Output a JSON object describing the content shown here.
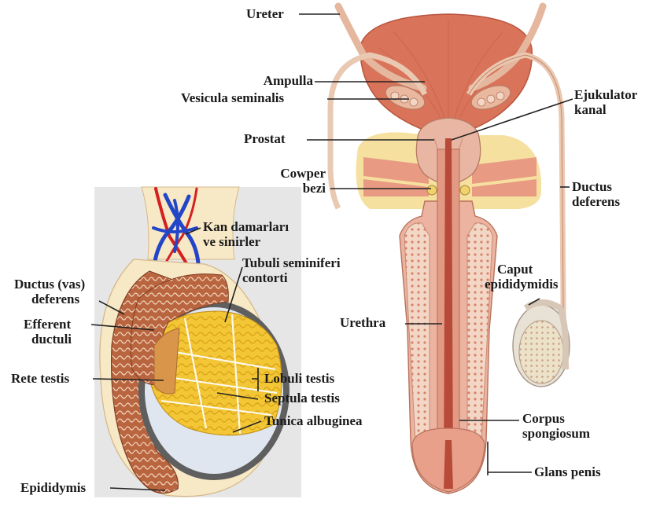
{
  "labels": {
    "ureter": "Ureter",
    "ampulla": "Ampulla",
    "vesicula_seminalis": "Vesicula seminalis",
    "prostat": "Prostat",
    "cowper_1": "Cowper",
    "cowper_2": "bezi",
    "ejukulator_1": "Ejukulator",
    "ejukulator_2": "kanal",
    "ductus_deferens_right_1": "Ductus",
    "ductus_deferens_right_2": "deferens",
    "kan_damarlari_1": "Kan damarları",
    "kan_damarlari_2": "ve sinirler",
    "tubuli_1": "Tubuli seminiferi",
    "tubuli_2": "contorti",
    "ductus_vas_1": "Ductus (vas)",
    "ductus_vas_2": "deferens",
    "efferent_1": "Efferent",
    "efferent_2": "ductuli",
    "rete_testis": "Rete testis",
    "lobuli_testis": "Lobuli testis",
    "septula_testis": "Septula testis",
    "tunica_albuginea": "Tunica albuginea",
    "epididymis": "Epididymis",
    "caput_1": "Caput",
    "caput_2": "epididymidis",
    "urethra": "Urethra",
    "corpus_1": "Corpus",
    "corpus_2": "spongiosum",
    "glans_penis": "Glans penis"
  },
  "colors": {
    "bladder": "#d9735a",
    "tissue_light": "#f0c2a8",
    "tubule_brown": "#a85a3c",
    "lobule_yellow": "#f2c634",
    "fat_yellow": "#f6e0a0",
    "artery_red": "#d42020",
    "vein_blue": "#2345c8",
    "panel_gray": "#e6e6e6",
    "leader_line": "#222222"
  }
}
